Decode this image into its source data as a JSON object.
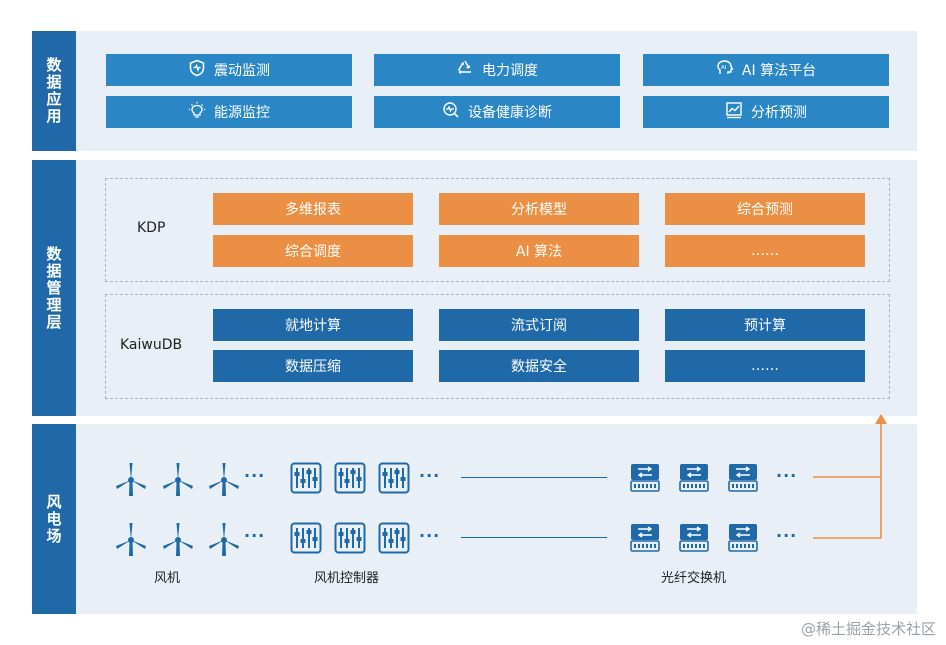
{
  "layers": {
    "app": {
      "label": "数据应用",
      "items": [
        {
          "label": "震动监测",
          "icon": "shield-heart-icon"
        },
        {
          "label": "电力调度",
          "icon": "recycle-icon"
        },
        {
          "label": "AI 算法平台",
          "icon": "ai-head-icon"
        },
        {
          "label": "能源监控",
          "icon": "lightbulb-icon"
        },
        {
          "label": "设备健康诊断",
          "icon": "health-check-icon"
        },
        {
          "label": "分析预测",
          "icon": "trend-chart-icon"
        }
      ]
    },
    "mgmt": {
      "label": "数据管理层",
      "kdp": {
        "label": "KDP",
        "items": [
          "多维报表",
          "分析模型",
          "综合预测",
          "综合调度",
          "AI 算法",
          "……"
        ]
      },
      "kaiwudb": {
        "label": "KaiwuDB",
        "items": [
          "就地计算",
          "流式订阅",
          "预计算",
          "数据压缩",
          "数据安全",
          "……"
        ]
      }
    },
    "farm": {
      "label": "风电场",
      "captions": {
        "turbine": "风机",
        "controller": "风机控制器",
        "switch": "光纤交换机"
      },
      "ellipsis": "···",
      "colors": {
        "flow_arrow": "#ea8f43",
        "link_line": "#1f69a8"
      }
    }
  },
  "watermark": "@稀土掘金技术社区",
  "colors": {
    "navy": "#1f69a8",
    "app_blue": "#2b86c6",
    "orange": "#ea8f43",
    "panel": "#e8eff7"
  }
}
